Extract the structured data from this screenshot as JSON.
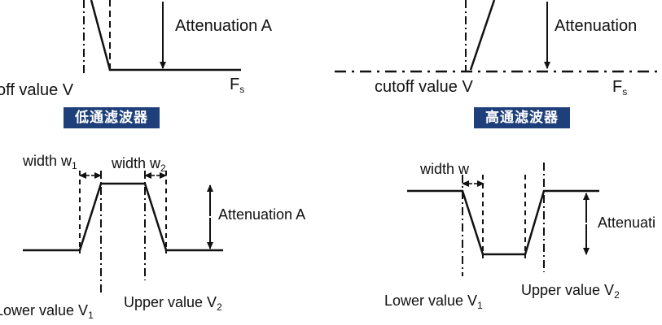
{
  "lowpass": {
    "attenuation_label": "Attenuation A",
    "cutoff_label": "off value V",
    "fs_label": "F",
    "fs_sub": "s",
    "caption": "低通滤波器"
  },
  "highpass": {
    "attenuation_label": "Attenuation",
    "cutoff_label": "cutoff value V",
    "fs_label": "F",
    "fs_sub": "s",
    "caption": "高通滤波器"
  },
  "bandpass": {
    "width1_label": "width w",
    "width1_sub": "1",
    "width2_label": "width w",
    "width2_sub": "2",
    "attenuation_label": "Attenuation A",
    "lower_label": "Lower value V",
    "lower_sub": "1",
    "upper_label": "Upper value V",
    "upper_sub": "2"
  },
  "bandstop": {
    "width_label": "width w",
    "attenuation_label": "Attenuati",
    "lower_label": "Lower value V",
    "lower_sub": "1",
    "upper_label": "Upper value V",
    "upper_sub": "2"
  }
}
